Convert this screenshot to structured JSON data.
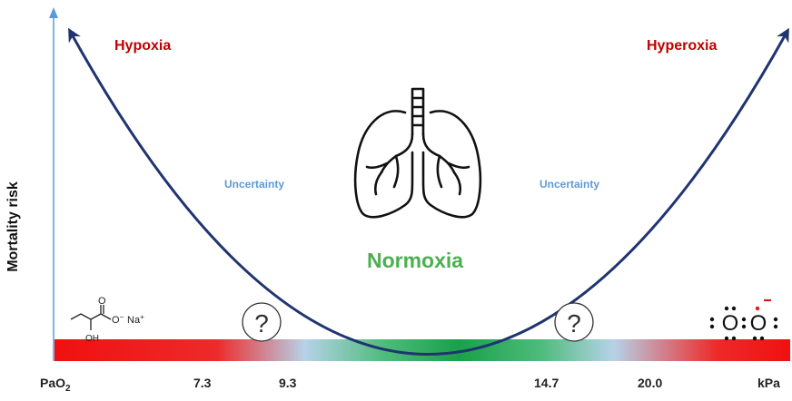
{
  "title_left": "Hypoxia",
  "title_right": "Hyperoxia",
  "uncertainty_left": "Uncertainty",
  "uncertainty_right": "Uncertainty",
  "center_label": "Normoxia",
  "y_axis_label": "Mortality risk",
  "x_axis": {
    "variable": "PaO",
    "subscript": "2",
    "ticks": [
      "7.3",
      "9.3",
      "14.7",
      "20.0"
    ],
    "unit": "kPa"
  },
  "question_marks": [
    "?",
    "?"
  ],
  "lactate_structure": {
    "o": "O",
    "o_minus": "O",
    "na_plus": "Na",
    "oh": "OH"
  },
  "superoxide_structure": {
    "o1": "O",
    "o2": "O"
  },
  "colors": {
    "hypoxia_red": "#c00000",
    "bar_red": "#f01010",
    "bar_blue": "#b6d2e8",
    "bar_green": "#1aa04a",
    "normoxia_green": "#4caf50",
    "uncertainty_blue": "#5b9bd5",
    "curve_navy": "#1f3470",
    "axis_blue": "#5b9bd5"
  },
  "icons": [
    "lungs-icon",
    "question-circle-icon",
    "lactate-structure-icon",
    "superoxide-icon"
  ]
}
